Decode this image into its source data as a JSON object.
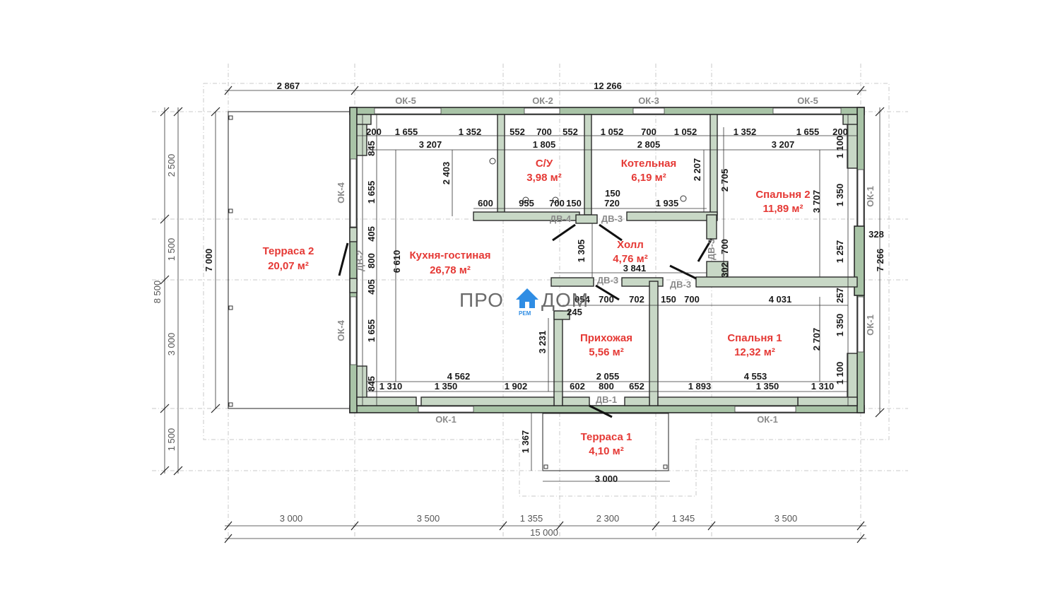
{
  "rooms": {
    "terrace2": {
      "name": "Терраса 2",
      "area": "20,07 м²"
    },
    "kitchen": {
      "name": "Кухня-гостиная",
      "area": "26,78 м²"
    },
    "bath": {
      "name": "С/У",
      "area": "3,98 м²"
    },
    "boiler": {
      "name": "Котельная",
      "area": "6,19 м²"
    },
    "bedroom2": {
      "name": "Спальня 2",
      "area": "11,89 м²"
    },
    "hall": {
      "name": "Холл",
      "area": "4,76 м²"
    },
    "hallway": {
      "name": "Прихожая",
      "area": "5,56 м²"
    },
    "bedroom1": {
      "name": "Спальня 1",
      "area": "12,32 м²"
    },
    "terrace1": {
      "name": "Терраса 1",
      "area": "4,10 м²"
    }
  },
  "windows": {
    "ok1": "ОК-1",
    "ok2": "ОК-2",
    "ok3": "ОК-3",
    "ok4": "ОК-4",
    "ok5": "ОК-5"
  },
  "doors": {
    "dv1": "ДВ-1",
    "dv2": "ДВ-2",
    "dv3": "ДВ-3",
    "dv4": "ДВ-4"
  },
  "logo": {
    "part1": "ПРО",
    "part2": "ДОМ",
    "sub": "РЕМ"
  },
  "dims": {
    "top_overall": "12 266",
    "top_terrace": "2 867",
    "bottom_overall": "15 000",
    "bottom_segments": [
      "3 000",
      "3 500",
      "1 355",
      "2 300",
      "1 345",
      "3 500"
    ],
    "terrace1_width": "3 000",
    "terrace1_depth": "1 367",
    "left_overall": "8 500",
    "left_segments": [
      "2 500",
      "1 500",
      "3 000",
      "1 500"
    ],
    "terrace2_depth": "7 000",
    "right_overall": "7 266",
    "right_segments": [
      "1 100",
      "1 350",
      "1 257",
      "257",
      "1 350",
      "1 100"
    ],
    "right_328": "328",
    "row1": [
      "200",
      "1 655",
      "1 352",
      "552",
      "700",
      "552",
      "1 052",
      "700",
      "1 052",
      "1 352",
      "1 655",
      "200"
    ],
    "row2": [
      "3 207",
      "1 805",
      "2 805",
      "3 207"
    ],
    "row3": [
      "600",
      "955",
      "700",
      "150",
      "720",
      "1 935"
    ],
    "dim150": "150",
    "row4": [
      "054",
      "700",
      "702",
      "150",
      "700",
      "4 031"
    ],
    "dim3841": "3 841",
    "dim245": "245",
    "row5": [
      "4 562",
      "2 055",
      "4 553"
    ],
    "row6": [
      "1 310",
      "1 350",
      "1 902",
      "602",
      "800",
      "652",
      "1 893",
      "1 350",
      "1 310"
    ],
    "left_inner": [
      "845",
      "1 655",
      "405",
      "800",
      "405",
      "1 655",
      "845"
    ],
    "kitchen_h": "6 610",
    "bath_h": "2 403",
    "boiler_h": "2 207",
    "bed2_h": [
      "2 705",
      "3 707"
    ],
    "hall_h": "1 305",
    "hall_small": [
      "302",
      "700"
    ],
    "hallway_h": "3 231",
    "bed1_h": "2 707"
  }
}
